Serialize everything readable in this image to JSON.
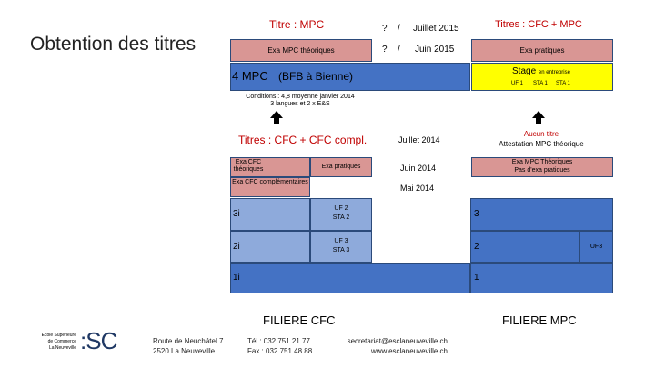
{
  "page_title": "Obtention des titres",
  "mpc": {
    "title": "Titre : MPC",
    "theoretical_exams": "Exa MPC théoriques",
    "date_q1": "?",
    "date_slash1": "/",
    "date_july": "Juillet 2015",
    "date_q2": "?",
    "date_slash2": "/",
    "date_june": "Juin 2015",
    "year4_label": "4 MPC",
    "year4_place": "(BFB à Bienne)",
    "conditions_line1": "Conditions : 4,8 moyenne janvier 2014",
    "conditions_line2": "3 langues et 2 x E&S"
  },
  "cfc_mpc": {
    "title": "Titres : CFC + MPC",
    "practical_exams": "Exa pratiques",
    "stage_label": "Stage",
    "stage_sub": "en entreprise",
    "uf": [
      "UF 1",
      "STA 1",
      "STA 1"
    ]
  },
  "cfc_compl": {
    "title": "Titres : CFC + CFC compl.",
    "date_july": "Juillet 2014",
    "date_june": "Juin 2014",
    "date_may": "Mai 2014",
    "exa_cfc_theoretical": "Exa CFC théoriques",
    "exa_practical": "Exa pratiques",
    "exa_cfc_complementary": "Exa CFC complémentaires"
  },
  "no_title": {
    "line1": "Aucun titre",
    "line2": "Attestation MPC théorique",
    "exa_line1": "Exa MPC Théoriques",
    "exa_line2": "Pas d'exa pratiques"
  },
  "cfc_rows": [
    {
      "label": "3i",
      "uf": "UF 2",
      "sta": "STA 2"
    },
    {
      "label": "2i",
      "uf": "UF 3",
      "sta": "STA 3"
    },
    {
      "label": "1i"
    }
  ],
  "mpc_rows": [
    {
      "label": "3"
    },
    {
      "label": "2",
      "uf": "UF3"
    },
    {
      "label": "1"
    }
  ],
  "filiere_cfc": "FILIERE CFC",
  "filiere_mpc": "FILIERE MPC",
  "footer": {
    "logo_line1": "Ecole Supérieure",
    "logo_line2": "de Commerce",
    "logo_line3": "La Neuveville",
    "logo_mark": ":SC",
    "address_line1": "Route de Neuchâtel 7",
    "address_line2": "2520 La Neuveville",
    "phone": "Tél : 032 751 21 77",
    "fax": "Fax : 032 751 48 88",
    "email": "secretariat@esclaneuveville.ch",
    "web": "www.esclaneuveville.ch"
  },
  "colors": {
    "pink": "#d99694",
    "blue": "#4472c4",
    "light_blue": "#8eaadb",
    "yellow": "#ffff00",
    "title_red": "#c00000"
  }
}
